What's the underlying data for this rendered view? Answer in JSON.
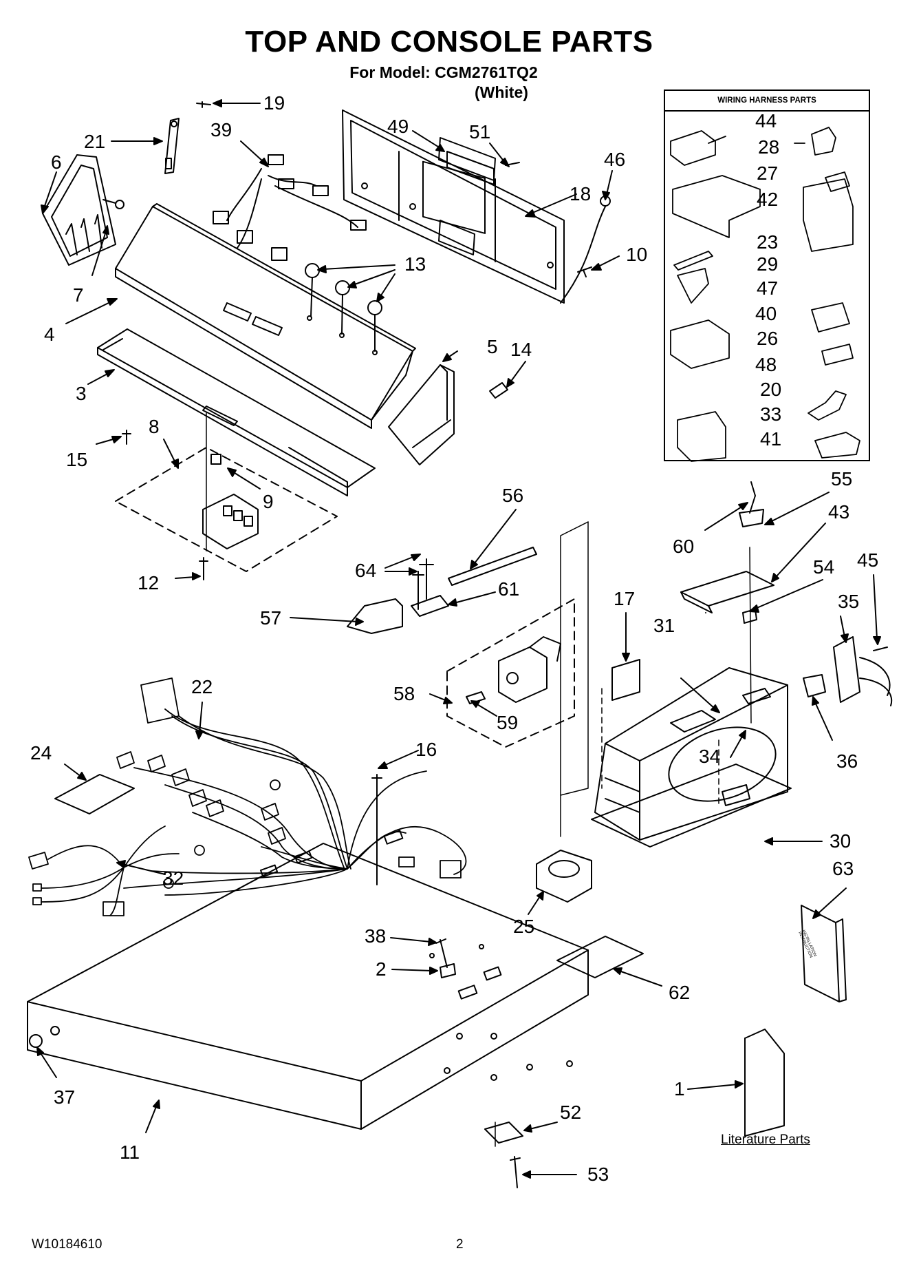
{
  "header": {
    "title": "TOP AND CONSOLE PARTS",
    "model_line": "For Model: CGM2761TQ2",
    "variant": "(White)"
  },
  "harness_box": {
    "title": "WIRING HARNESS PARTS",
    "callouts": [
      "44",
      "28",
      "27",
      "42",
      "23",
      "29",
      "47",
      "40",
      "26",
      "48",
      "20",
      "33",
      "41"
    ]
  },
  "main_callouts": [
    "19",
    "21",
    "39",
    "49",
    "51",
    "46",
    "6",
    "18",
    "7",
    "10",
    "13",
    "4",
    "3",
    "5",
    "14",
    "8",
    "15",
    "9",
    "56",
    "12",
    "64",
    "61",
    "57",
    "60",
    "55",
    "43",
    "54",
    "45",
    "35",
    "17",
    "31",
    "58",
    "59",
    "36",
    "22",
    "34",
    "16",
    "24",
    "30",
    "63",
    "32",
    "25",
    "38",
    "2",
    "62",
    "37",
    "1",
    "52",
    "11",
    "53"
  ],
  "literature": {
    "label": "Literature Parts",
    "booklet_lines": [
      "INSTALLATION",
      "INSTRUCTION"
    ]
  },
  "footer": {
    "doc_number": "W10184610",
    "page_number": "2"
  }
}
